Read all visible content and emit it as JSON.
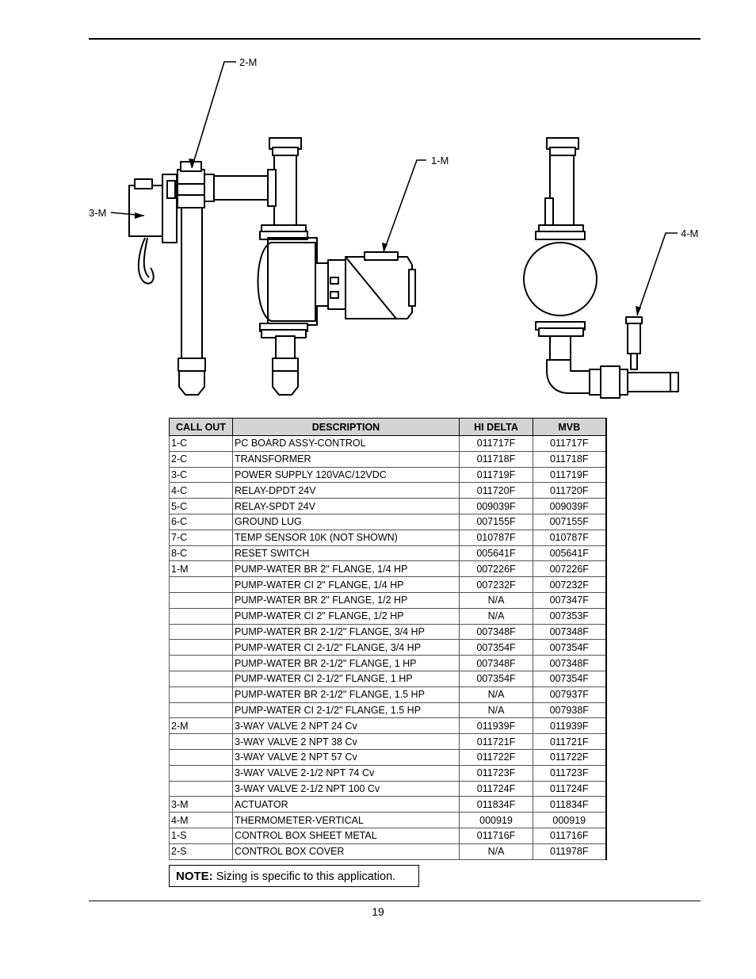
{
  "diagram_labels": {
    "two_m": "2-M",
    "one_m": "1-M",
    "three_m": "3-M",
    "four_m": "4-M"
  },
  "table": {
    "headers": [
      "CALL OUT",
      "DESCRIPTION",
      "HI DELTA",
      "MVB"
    ],
    "rows": [
      [
        "1-C",
        "PC BOARD ASSY-CONTROL",
        "011717F",
        "011717F"
      ],
      [
        "2-C",
        "TRANSFORMER",
        "011718F",
        "011718F"
      ],
      [
        "3-C",
        "POWER SUPPLY 120VAC/12VDC",
        "011719F",
        "011719F"
      ],
      [
        "4-C",
        "RELAY-DPDT 24V",
        "011720F",
        "011720F"
      ],
      [
        "5-C",
        "RELAY-SPDT 24V",
        "009039F",
        "009039F"
      ],
      [
        "6-C",
        "GROUND LUG",
        "007155F",
        "007155F"
      ],
      [
        "7-C",
        "TEMP SENSOR 10K (NOT SHOWN)",
        "010787F",
        "010787F"
      ],
      [
        "8-C",
        "RESET SWITCH",
        "005641F",
        "005641F"
      ],
      [
        "1-M",
        "PUMP-WATER BR 2\" FLANGE, 1/4 HP",
        "007226F",
        "007226F"
      ],
      [
        "",
        "PUMP-WATER CI 2\" FLANGE, 1/4 HP",
        "007232F",
        "007232F"
      ],
      [
        "",
        "PUMP-WATER BR 2\" FLANGE, 1/2 HP",
        "N/A",
        "007347F"
      ],
      [
        "",
        "PUMP-WATER CI 2\" FLANGE, 1/2 HP",
        "N/A",
        "007353F"
      ],
      [
        "",
        "PUMP-WATER BR 2-1/2\" FLANGE, 3/4 HP",
        "007348F",
        "007348F"
      ],
      [
        "",
        "PUMP-WATER CI 2-1/2\" FLANGE, 3/4 HP",
        "007354F",
        "007354F"
      ],
      [
        "",
        "PUMP-WATER BR 2-1/2\" FLANGE, 1 HP",
        "007348F",
        "007348F"
      ],
      [
        "",
        "PUMP-WATER CI 2-1/2\" FLANGE, 1 HP",
        "007354F",
        "007354F"
      ],
      [
        "",
        "PUMP-WATER BR 2-1/2\" FLANGE, 1.5 HP",
        "N/A",
        "007937F"
      ],
      [
        "",
        "PUMP-WATER CI 2-1/2\" FLANGE, 1.5 HP",
        "N/A",
        "007938F"
      ],
      [
        "2-M",
        "3-WAY VALVE 2 NPT 24 Cv",
        "011939F",
        "011939F"
      ],
      [
        "",
        "3-WAY VALVE 2 NPT 38 Cv",
        "011721F",
        "011721F"
      ],
      [
        "",
        "3-WAY VALVE 2 NPT 57 Cv",
        "011722F",
        "011722F"
      ],
      [
        "",
        "3-WAY VALVE 2-1/2 NPT 74 Cv",
        "011723F",
        "011723F"
      ],
      [
        "",
        "3-WAY VALVE 2-1/2 NPT 100 Cv",
        "011724F",
        "011724F"
      ],
      [
        "3-M",
        "ACTUATOR",
        "011834F",
        "011834F"
      ],
      [
        "4-M",
        "THERMOMETER-VERTICAL",
        "000919",
        "000919"
      ],
      [
        "1-S",
        "CONTROL BOX SHEET METAL",
        "011716F",
        "011716F"
      ],
      [
        "2-S",
        "CONTROL BOX COVER",
        "N/A",
        "011978F"
      ]
    ]
  },
  "note": {
    "label": "NOTE:",
    "text": " Sizing is specific to this application."
  },
  "page_number": "19"
}
